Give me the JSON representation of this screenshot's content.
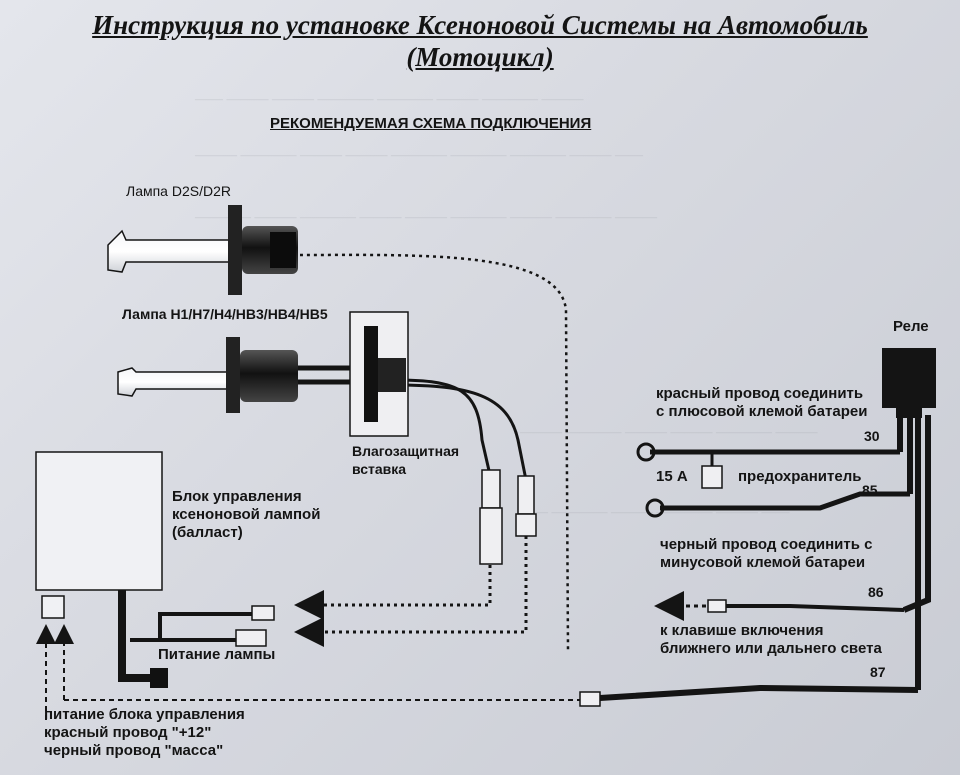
{
  "title_line1": "Инструкция по установке  Ксеноновой Системы на Автомобиль",
  "title_line2": "(Мотоцикл)",
  "subtitle": "РЕКОМЕНДУЕМАЯ СХЕМА ПОДКЛЮЧЕНИЯ",
  "lamp_d2s": "Лампа D2S/D2R",
  "lamp_h1": "Лампа H1/H7/H4/HB3/HB4/HB5",
  "insert_line1": "Влагозащитная",
  "insert_line2": "вставка",
  "ballast_line1": "Блок управления",
  "ballast_line2": "ксеноновой лампой",
  "ballast_line3": "(балласт)",
  "lamp_power": "Питание лампы",
  "relay": "Реле",
  "red_wire_line1": "красный провод соединить",
  "red_wire_line2": "с плюсовой клемой батареи",
  "pin30": "30",
  "fuse_amp": "15 А",
  "fuse_label": "предохранитель",
  "pin85": "85",
  "black_wire_line1": "черный провод соединить с",
  "black_wire_line2": "минусовой клемой батареи",
  "pin86": "86",
  "switch_line1": "к клавише включения",
  "switch_line2": "ближнего или дальнего света",
  "pin87": "87",
  "ctrl_power_line1": "питание блока управления",
  "ctrl_power_line2": "красный провод \"+12\"",
  "ctrl_power_line3": "черный провод \"масса\"",
  "colors": {
    "ink": "#141414",
    "paper": "#dfe1e7"
  },
  "icons": [
    "bulb-icon",
    "relay-icon",
    "fuse-icon",
    "ring-terminal-icon",
    "connector-icon",
    "arrow-icon"
  ]
}
